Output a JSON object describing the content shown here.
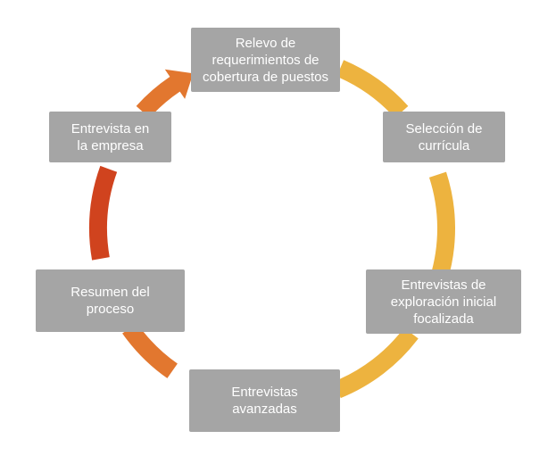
{
  "diagram": {
    "type": "cycle",
    "steps": [
      {
        "label": "Relevo de\nrequerimientos de\ncobertura de puestos"
      },
      {
        "label": "Selección de\ncurrícula"
      },
      {
        "label": "Entrevistas de\nexploración inicial\nfocalizada"
      },
      {
        "label": "Entrevistas\navanzadas"
      },
      {
        "label": "Resumen del\nproceso"
      },
      {
        "label": "Entrevista en\nla empresa"
      }
    ],
    "arrow_colors": {
      "yellow": "#edb33f",
      "orange": "#e2772f",
      "red": "#d0431e"
    },
    "box_color": "#a5a5a5",
    "text_color": "#ffffff"
  }
}
